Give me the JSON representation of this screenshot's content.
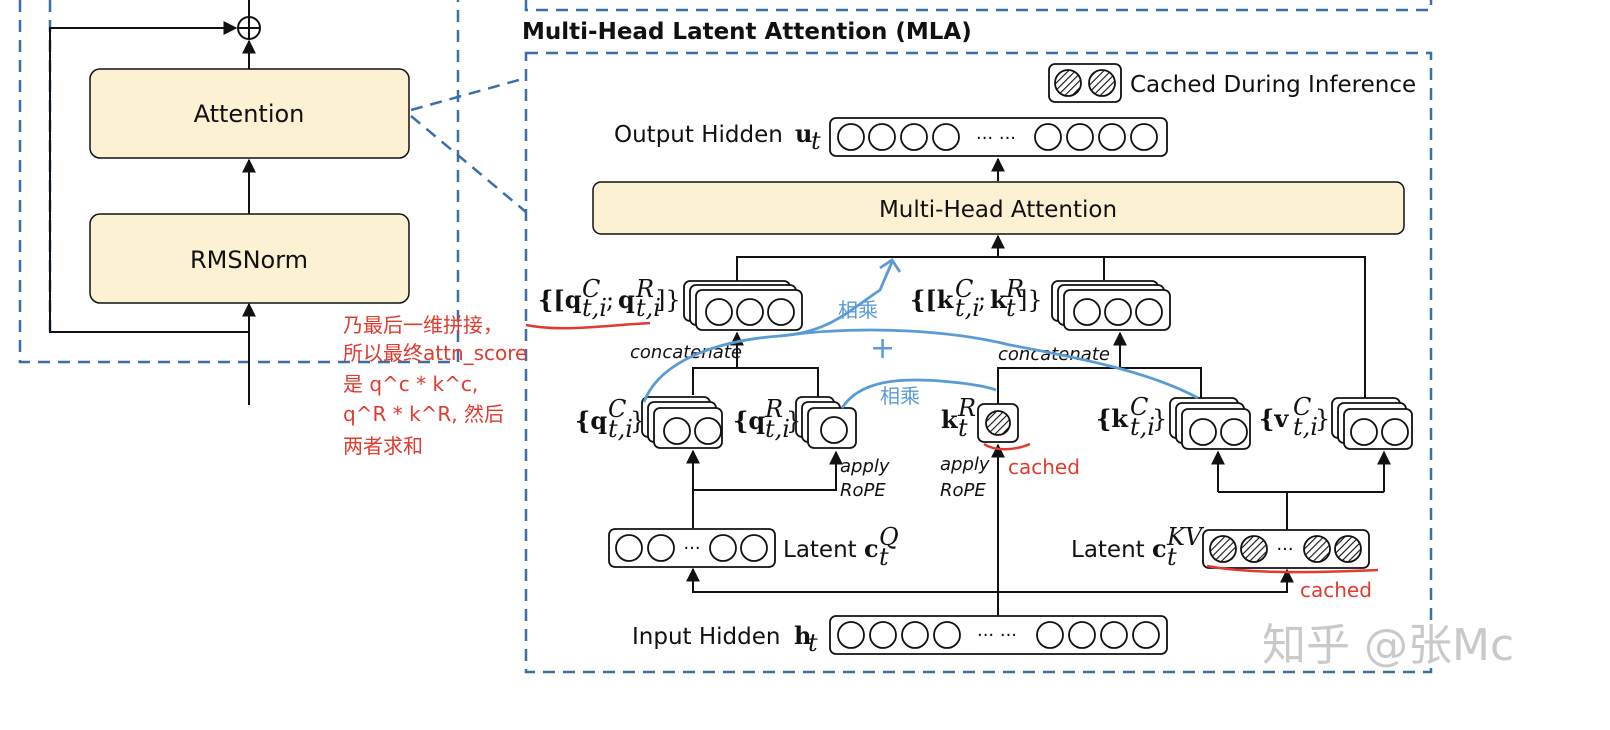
{
  "left_block": {
    "attention_label": "Attention",
    "rmsnorm_label": "RMSNorm"
  },
  "mla": {
    "title": "Multi-Head Latent Attention (MLA)",
    "legend_text": "Cached During Inference",
    "output_hidden_label": "Output Hidden",
    "output_hidden_var": "u",
    "output_hidden_sub": "t",
    "mha_label": "Multi-Head Attention",
    "input_hidden_label": "Input Hidden",
    "input_hidden_var": "h",
    "input_hidden_sub": "t",
    "latent_q_label": "Latent",
    "latent_q_var": "c",
    "latent_q_sup": "Q",
    "latent_q_sub": "t",
    "latent_kv_label": "Latent",
    "latent_kv_var": "c",
    "latent_kv_sup": "KV",
    "latent_kv_sub": "t",
    "concat_label": "concatenate",
    "apply_label": "apply",
    "rope_label": "RoPE",
    "ellipsis": "··· ···",
    "ellipsis_short": "···",
    "q_concat_math": "{[q",
    "k_concat_math": "{[k",
    "qc_math": "{q",
    "qr_math": "{q",
    "kr_math": "k",
    "kc_math": "{k",
    "vc_math": "{v",
    "sup_c": "C",
    "sup_r": "R",
    "sub_ti": "t,i",
    "sub_t": "t",
    "semicolon": ";",
    "close_bracket": "]}",
    "close_brace": "}"
  },
  "annotations": {
    "red_note_lines": [
      "乃最后一维拼接，",
      "所以最终attn_score",
      "是 q^c * k^c,",
      "q^R * k^R, 然后",
      "两者求和"
    ],
    "cached_1": "cached",
    "cached_2": "cached",
    "multiply_1": "相乘",
    "multiply_2": "相乘",
    "plus": "+"
  },
  "watermark": "知乎 @张Mc",
  "colors": {
    "box_fill": "#fcf1d3",
    "border_blue": "#3a6fa6",
    "red_ink": "#e03b2e",
    "blue_ink": "#5b9bd5"
  }
}
